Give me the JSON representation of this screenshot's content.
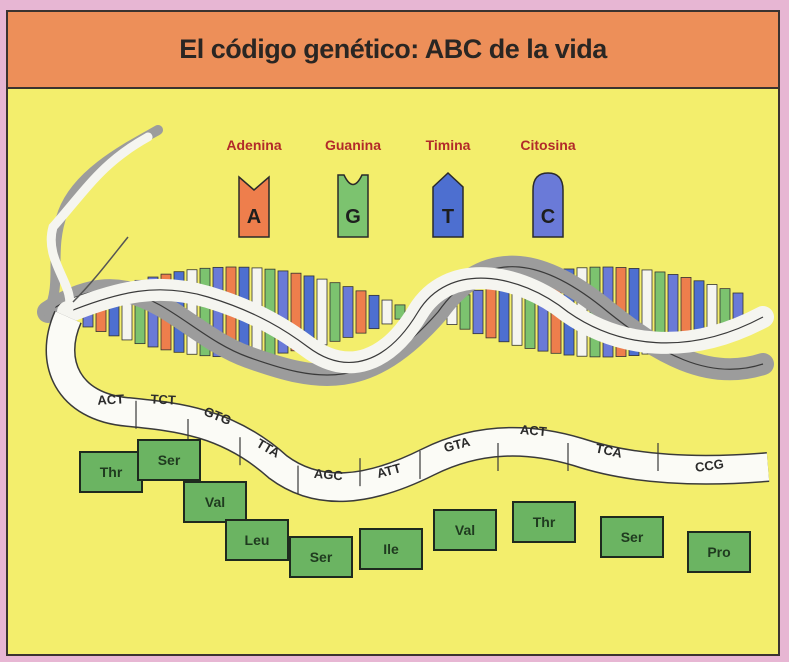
{
  "title": "El código genético: ABC de la vida",
  "bases": [
    {
      "name": "Adenina",
      "letter": "A",
      "color": "#ee7e4c"
    },
    {
      "name": "Guanina",
      "letter": "G",
      "color": "#7cc36f"
    },
    {
      "name": "Timina",
      "letter": "T",
      "color": "#4d6fd0"
    },
    {
      "name": "Citosina",
      "letter": "C",
      "color": "#6a7ad8"
    }
  ],
  "codons": [
    "ACT",
    "TCT",
    "GTG",
    "TTA",
    "AGC",
    "ATT",
    "GTA",
    "ACT",
    "TCA",
    "CCG"
  ],
  "amino_acids": [
    "Thr",
    "Ser",
    "Val",
    "Leu",
    "Ser",
    "Ile",
    "Val",
    "Thr",
    "Ser",
    "Pro"
  ],
  "colors": {
    "background": "#f3ee6c",
    "title_bar": "#ed8f59",
    "amino_box": "#6bb462",
    "strand_grey": "#9c9c9c",
    "strand_white": "#f5f5f0"
  }
}
